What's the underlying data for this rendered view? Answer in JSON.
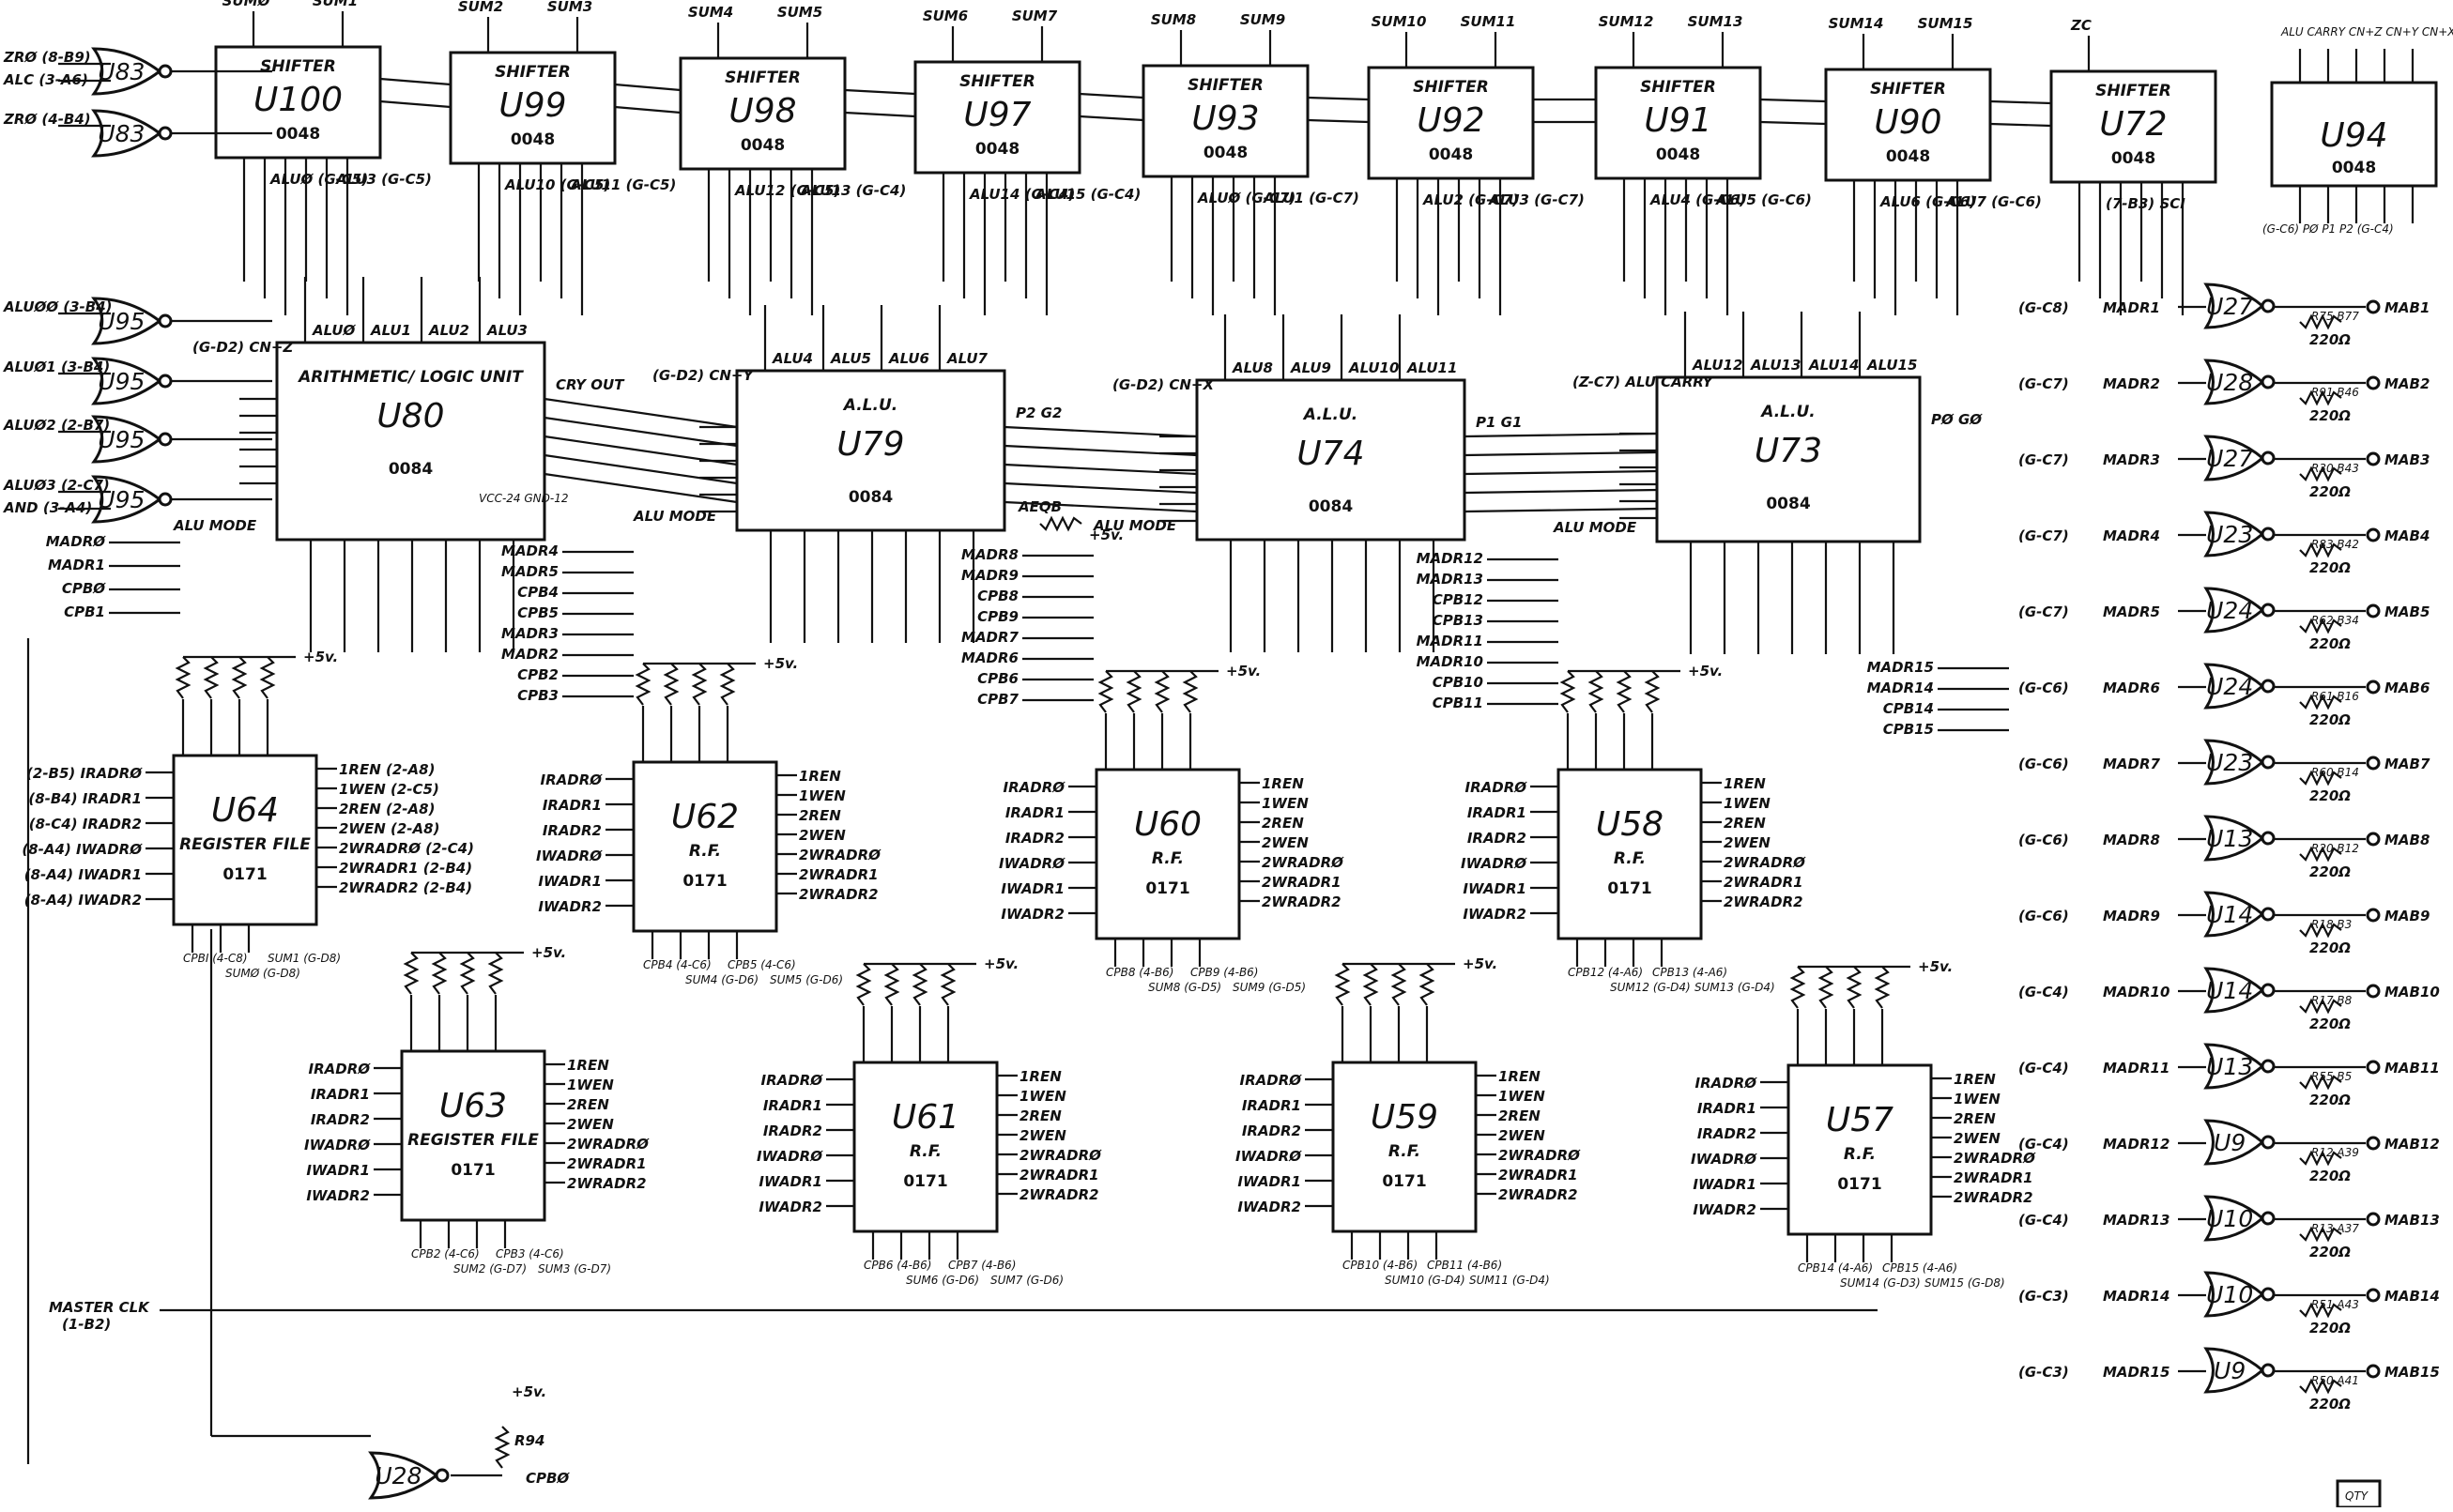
{
  "shifters": [
    {
      "id": "U100",
      "title": "SHIFTER",
      "part": "0048",
      "in_top": [
        "SUMØ",
        "SUM1"
      ],
      "outs": [
        "ALUØ (G-C5)",
        "ALU3 (G-C5)"
      ]
    },
    {
      "id": "U99",
      "title": "SHIFTER",
      "part": "0048",
      "in_top": [
        "SUM2",
        "SUM3"
      ],
      "outs": [
        "ALU10 (G-C5)",
        "ALU11 (G-C5)"
      ]
    },
    {
      "id": "U98",
      "title": "SHIFTER",
      "part": "0048",
      "in_top": [
        "SUM4",
        "SUM5"
      ],
      "outs": [
        "ALU12 (G-C5)",
        "ALU13 (G-C4)"
      ]
    },
    {
      "id": "U97",
      "title": "SHIFTER",
      "part": "0048",
      "in_top": [
        "SUM6",
        "SUM7"
      ],
      "outs": [
        "ALU14 (G-C4)",
        "ALU15 (G-C4)"
      ]
    },
    {
      "id": "U93",
      "title": "SHIFTER",
      "part": "0048",
      "in_top": [
        "SUM8",
        "SUM9"
      ],
      "outs": [
        "ALUØ (G-C7)",
        "ALU1 (G-C7)"
      ]
    },
    {
      "id": "U92",
      "title": "SHIFTER",
      "part": "0048",
      "in_top": [
        "SUM10",
        "SUM11"
      ],
      "outs": [
        "ALU2 (G-C7)",
        "ALU3 (G-C7)"
      ]
    },
    {
      "id": "U91",
      "title": "SHIFTER",
      "part": "0048",
      "in_top": [
        "SUM12",
        "SUM13"
      ],
      "outs": [
        "ALU4 (G-C6)",
        "ALU5 (G-C6)"
      ]
    },
    {
      "id": "U90",
      "title": "SHIFTER",
      "part": "0048",
      "in_top": [
        "SUM14",
        "SUM15"
      ],
      "outs": [
        "ALU6 (G-C6)",
        "ALU7 (G-C6)"
      ]
    },
    {
      "id": "U72",
      "title": "SHIFTER",
      "part": "0048",
      "in_top": [
        "ZC"
      ],
      "outs": [
        "(7-B3) SCI"
      ]
    }
  ],
  "u94": {
    "id": "U94",
    "part": "0048",
    "header": "ALU CARRY CN+Z CN+Y CN+X",
    "bottom": "(G-C6) PØ P1 P2 (G-C4)"
  },
  "input_gates": [
    {
      "id": "U83",
      "in": [
        "ZRØ (8-B9)",
        "ALC (3-A6)"
      ]
    },
    {
      "id": "U83",
      "in": [
        "ZRØ (4-B4)"
      ]
    },
    {
      "id": "U95",
      "in": [
        "ALUØØ (3-B4)"
      ]
    },
    {
      "id": "U95",
      "in": [
        "ALUØ1 (3-B4)"
      ]
    },
    {
      "id": "U95",
      "in": [
        "ALUØ2 (2-B7)"
      ]
    },
    {
      "id": "U95",
      "in": [
        "ALUØ3 (2-C7)",
        "AND (3-A4)"
      ]
    }
  ],
  "alus": [
    {
      "id": "U80",
      "title": "ARITHMETIC/ LOGIC UNIT",
      "part": "0084",
      "extra": "VCC-24 GND-12",
      "top": [
        "ALUØ",
        "ALU1",
        "ALU2",
        "ALU3"
      ],
      "left": "(G-D2) CN+Z",
      "right": "CRY OUT",
      "mode": "ALU MODE"
    },
    {
      "id": "U79",
      "title": "A.L.U.",
      "part": "0084",
      "top": [
        "ALU4",
        "ALU5",
        "ALU6",
        "ALU7"
      ],
      "left": "(G-D2) CN+Y",
      "right": "P2 G2",
      "mode": "ALU MODE"
    },
    {
      "id": "U74",
      "title": "A.L.U.",
      "part": "0084",
      "top": [
        "ALU8",
        "ALU9",
        "ALU10",
        "ALU11"
      ],
      "left": "(G-D2) CN+X",
      "right": "P1 G1",
      "mode": "ALU MODE"
    },
    {
      "id": "U73",
      "title": "A.L.U.",
      "part": "0084",
      "top": [
        "ALU12",
        "ALU13",
        "ALU14",
        "ALU15"
      ],
      "left": "(Z-C7) ALU CARRY",
      "right": "PØ GØ",
      "mode": "ALU MODE"
    }
  ],
  "aeqb": "AEQB",
  "plus5": "+5v.",
  "register_files": [
    {
      "id": "U64",
      "title": "REGISTER FILE",
      "part": "0171",
      "left": [
        "(2-B5) IRADRØ",
        "(8-B4) IRADR1",
        "(8-C4) IRADR2",
        "(8-A4) IWADRØ",
        "(8-A4) IWADR1",
        "(8-A4) IWADR2"
      ],
      "right": [
        "1REN (2-A8)",
        "1WEN (2-C5)",
        "2REN (2-A8)",
        "2WEN (2-A8)",
        "2WRADRØ (2-C4)",
        "2WRADR1 (2-B4)",
        "2WRADR2 (2-B4)"
      ],
      "bottom": [
        "CPBI (4-C8)",
        "SUMØ (G-D8)",
        "SUM1 (G-D8)"
      ]
    },
    {
      "id": "U62",
      "title": "R.F.",
      "part": "0171",
      "left": [
        "IRADRØ",
        "IRADR1",
        "IRADR2",
        "IWADRØ",
        "IWADR1",
        "IWADR2"
      ],
      "right": [
        "1REN",
        "1WEN",
        "2REN",
        "2WEN",
        "2WRADRØ",
        "2WRADR1",
        "2WRADR2"
      ],
      "bottom": [
        "CPB4 (4-C6)",
        "SUM4 (G-D6)",
        "CPB5 (4-C6)",
        "SUM5 (G-D6)"
      ]
    },
    {
      "id": "U60",
      "title": "R.F.",
      "part": "0171",
      "left": [
        "IRADRØ",
        "IRADR1",
        "IRADR2",
        "IWADRØ",
        "IWADR1",
        "IWADR2"
      ],
      "right": [
        "1REN",
        "1WEN",
        "2REN",
        "2WEN",
        "2WRADRØ",
        "2WRADR1",
        "2WRADR2"
      ],
      "bottom": [
        "CPB8 (4-B6)",
        "SUM8 (G-D5)",
        "CPB9 (4-B6)",
        "SUM9 (G-D5)"
      ]
    },
    {
      "id": "U58",
      "title": "R.F.",
      "part": "0171",
      "left": [
        "IRADRØ",
        "IRADR1",
        "IRADR2",
        "IWADRØ",
        "IWADR1",
        "IWADR2"
      ],
      "right": [
        "1REN",
        "1WEN",
        "2REN",
        "2WEN",
        "2WRADRØ",
        "2WRADR1",
        "2WRADR2"
      ],
      "bottom": [
        "CPB12 (4-A6)",
        "SUM12 (G-D4)",
        "CPB13 (4-A6)",
        "SUM13 (G-D4)"
      ]
    },
    {
      "id": "U63",
      "title": "REGISTER FILE",
      "part": "0171",
      "left": [
        "IRADRØ",
        "IRADR1",
        "IRADR2",
        "IWADRØ",
        "IWADR1",
        "IWADR2"
      ],
      "right": [
        "1REN",
        "1WEN",
        "2REN",
        "2WEN",
        "2WRADRØ",
        "2WRADR1",
        "2WRADR2"
      ],
      "bottom": [
        "CPB2 (4-C6)",
        "SUM2 (G-D7)",
        "CPB3 (4-C6)",
        "SUM3 (G-D7)"
      ]
    },
    {
      "id": "U61",
      "title": "R.F.",
      "part": "0171",
      "left": [
        "IRADRØ",
        "IRADR1",
        "IRADR2",
        "IWADRØ",
        "IWADR1",
        "IWADR2"
      ],
      "right": [
        "1REN",
        "1WEN",
        "2REN",
        "2WEN",
        "2WRADRØ",
        "2WRADR1",
        "2WRADR2"
      ],
      "bottom": [
        "CPB6 (4-B6)",
        "SUM6 (G-D6)",
        "CPB7 (4-B6)",
        "SUM7 (G-D6)"
      ]
    },
    {
      "id": "U59",
      "title": "R.F.",
      "part": "0171",
      "left": [
        "IRADRØ",
        "IRADR1",
        "IRADR2",
        "IWADRØ",
        "IWADR1",
        "IWADR2"
      ],
      "right": [
        "1REN",
        "1WEN",
        "2REN",
        "2WEN",
        "2WRADRØ",
        "2WRADR1",
        "2WRADR2"
      ],
      "bottom": [
        "CPB10 (4-B6)",
        "SUM10 (G-D4)",
        "CPB11 (4-B6)",
        "SUM11 (G-D4)"
      ]
    },
    {
      "id": "U57",
      "title": "R.F.",
      "part": "0171",
      "left": [
        "IRADRØ",
        "IRADR1",
        "IRADR2",
        "IWADRØ",
        "IWADR1",
        "IWADR2"
      ],
      "right": [
        "1REN",
        "1WEN",
        "2REN",
        "2WEN",
        "2WRADRØ",
        "2WRADR1",
        "2WRADR2"
      ],
      "bottom": [
        "CPB14 (4-A6)",
        "SUM14 (G-D3)",
        "CPB15 (4-A6)",
        "SUM15 (G-D8)"
      ]
    }
  ],
  "buses": [
    {
      "labels": [
        "MADRØ",
        "MADR1",
        "CPBØ",
        "CPB1"
      ]
    },
    {
      "labels": [
        "MADR4",
        "MADR5",
        "CPB4",
        "CPB5",
        "MADR3",
        "MADR2",
        "CPB2",
        "CPB3"
      ]
    },
    {
      "labels": [
        "MADR8",
        "MADR9",
        "CPB8",
        "CPB9",
        "MADR7",
        "MADR6",
        "CPB6",
        "CPB7"
      ]
    },
    {
      "labels": [
        "MADR12",
        "MADR13",
        "CPB12",
        "CPB13",
        "MADR11",
        "MADR10",
        "CPB10",
        "CPB11"
      ]
    },
    {
      "labels": [
        "MADR15",
        "MADR14",
        "CPB14",
        "CPB15"
      ]
    }
  ],
  "drivers": [
    {
      "ref": "(G-C8)",
      "sig": "MADR1",
      "gate": "U27",
      "res": "R75 B77",
      "out": "MAB1",
      "ohm": "220Ω"
    },
    {
      "ref": "(G-C7)",
      "sig": "MADR2",
      "gate": "U28",
      "res": "R91 B46",
      "out": "MAB2",
      "ohm": "220Ω"
    },
    {
      "ref": "(G-C7)",
      "sig": "MADR3",
      "gate": "U27",
      "res": "R30 B43",
      "out": "MAB3",
      "ohm": "220Ω"
    },
    {
      "ref": "(G-C7)",
      "sig": "MADR4",
      "gate": "U23",
      "res": "R83 B42",
      "out": "MAB4",
      "ohm": "220Ω"
    },
    {
      "ref": "(G-C7)",
      "sig": "MADR5",
      "gate": "U24",
      "res": "R62 B34",
      "out": "MAB5",
      "ohm": "220Ω"
    },
    {
      "ref": "(G-C6)",
      "sig": "MADR6",
      "gate": "U24",
      "res": "R61 B16",
      "out": "MAB6",
      "ohm": "220Ω"
    },
    {
      "ref": "(G-C6)",
      "sig": "MADR7",
      "gate": "U23",
      "res": "R60 B14",
      "out": "MAB7",
      "ohm": "220Ω"
    },
    {
      "ref": "(G-C6)",
      "sig": "MADR8",
      "gate": "U13",
      "res": "R20 B12",
      "out": "MAB8",
      "ohm": "220Ω"
    },
    {
      "ref": "(G-C6)",
      "sig": "MADR9",
      "gate": "U14",
      "res": "R18 B3",
      "out": "MAB9",
      "ohm": "220Ω"
    },
    {
      "ref": "(G-C4)",
      "sig": "MADR10",
      "gate": "U14",
      "res": "R17 B8",
      "out": "MAB10",
      "ohm": "220Ω"
    },
    {
      "ref": "(G-C4)",
      "sig": "MADR11",
      "gate": "U13",
      "res": "R55 B5",
      "out": "MAB11",
      "ohm": "220Ω"
    },
    {
      "ref": "(G-C4)",
      "sig": "MADR12",
      "gate": "U9",
      "res": "R12 A39",
      "out": "MAB12",
      "ohm": "220Ω"
    },
    {
      "ref": "(G-C4)",
      "sig": "MADR13",
      "gate": "U10",
      "res": "R13 A37",
      "out": "MAB13",
      "ohm": "220Ω"
    },
    {
      "ref": "(G-C3)",
      "sig": "MADR14",
      "gate": "U10",
      "res": "R51 A43",
      "out": "MAB14",
      "ohm": "220Ω"
    },
    {
      "ref": "(G-C3)",
      "sig": "MADR15",
      "gate": "U9",
      "res": "R50 A41",
      "out": "MAB15",
      "ohm": "220Ω"
    }
  ],
  "master_clk": {
    "label": "MASTER CLK",
    "ref": "(1-B2)"
  },
  "u28_bottom": {
    "gate": "U28",
    "res": "R94",
    "out": "CPBØ"
  },
  "qty_label": "QTY"
}
